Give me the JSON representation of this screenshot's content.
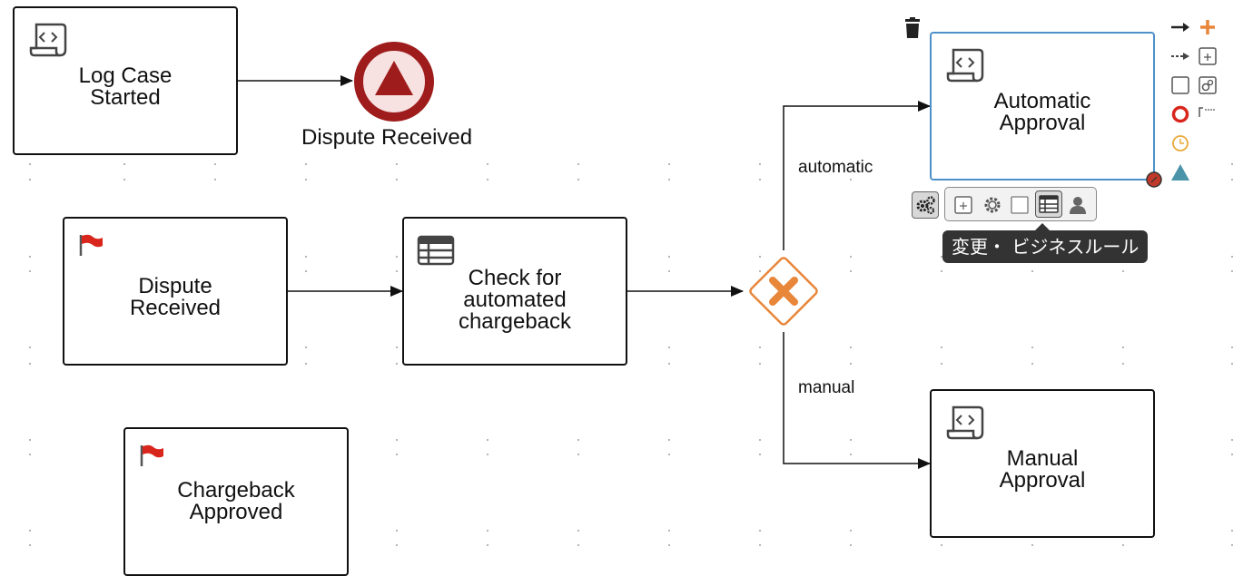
{
  "nodes": {
    "log_case_started": {
      "label_line1": "Log Case",
      "label_line2": "Started",
      "type": "script-task"
    },
    "dispute_received_event": {
      "label": "Dispute Received",
      "type": "signal-end-event"
    },
    "dispute_received_task": {
      "label_line1": "Dispute",
      "label_line2": "Received",
      "type": "milestone-task"
    },
    "check_chargeback": {
      "label_line1": "Check for",
      "label_line2": "automated",
      "label_line3": "chargeback",
      "type": "business-rule-task"
    },
    "gateway": {
      "type": "exclusive-gateway"
    },
    "automatic_approval": {
      "label_line1": "Automatic",
      "label_line2": "Approval",
      "type": "script-task",
      "selected": true
    },
    "manual_approval": {
      "label_line1": "Manual",
      "label_line2": "Approval",
      "type": "script-task"
    },
    "chargeback_approved": {
      "label_line1": "Chargeback",
      "label_line2": "Approved",
      "type": "milestone-task"
    }
  },
  "edges": {
    "automatic_label": "automatic",
    "manual_label": "manual"
  },
  "toolbar": {
    "tooltip": "変更・ ビジネスルール"
  },
  "colors": {
    "accent_orange": "#e8863a",
    "event_red": "#9e1c1c",
    "event_fill": "#f7e1e1",
    "selection_blue": "#4d90c9",
    "flag_red": "#d9261c",
    "palette_teal": "#4a93a8"
  }
}
